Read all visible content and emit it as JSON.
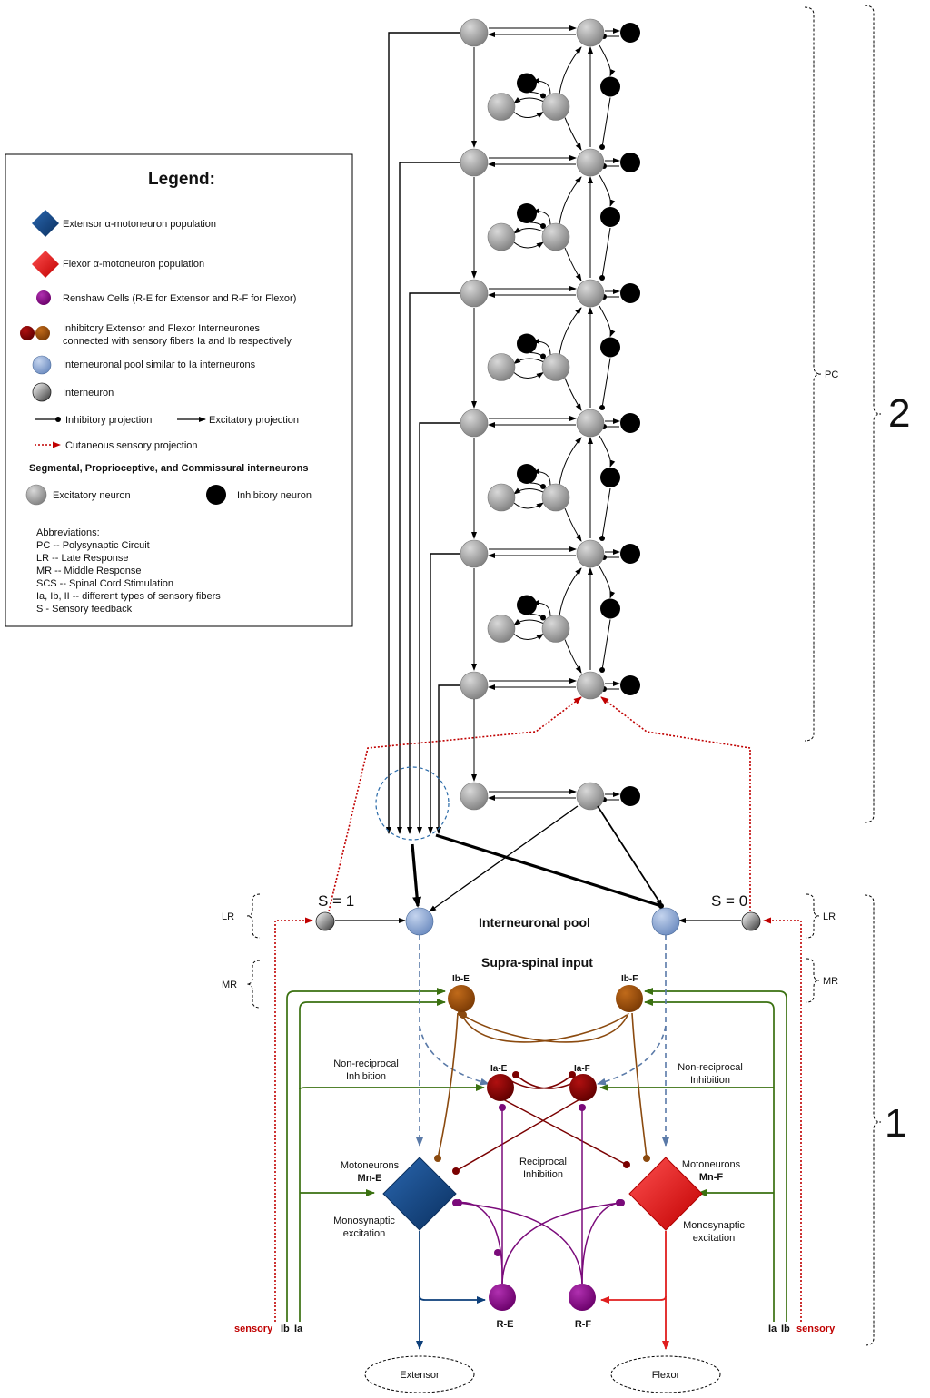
{
  "legend": {
    "title": "Legend:",
    "extensor_mn": "Extensor α-motoneuron population",
    "flexor_mn": "Flexor α-motoneuron population",
    "renshaw": "Renshaw Cells (R-E for Extensor and R-F for Flexor)",
    "inhib_inter_1": "Inhibitory Extensor and Flexor Interneurones",
    "inhib_inter_2": "connected with sensory fibers Ia and Ib respectively",
    "pool": "Interneuronal pool similar to Ia interneurons",
    "interneuron": "Interneuron",
    "inhib_proj": "Inhibitory projection",
    "excit_proj": "Excitatory projection",
    "cutaneous": "Cutaneous sensory projection",
    "segmental": "Segmental, Proprioceptive, and Commissural interneurons",
    "excit_neuron": "Excitatory neuron",
    "inhib_neuron": "Inhibitory neuron",
    "abbr_title": "Abbreviations:",
    "abbr": [
      "PC -- Polysynaptic Circuit",
      "LR -- Late Response",
      "MR -- Middle Response",
      "SCS -- Spinal Cord Stimulation",
      "Ia, Ib, II -- different types of sensory fibers",
      "S - Sensory feedback"
    ]
  },
  "brackets": {
    "pc": "PC",
    "two": "2",
    "one": "1",
    "lr_left": "LR",
    "lr_right": "LR",
    "mr_left": "MR",
    "mr_right": "MR"
  },
  "labels": {
    "s1": "S = 1",
    "s0": "S = 0",
    "pool": "Interneuronal pool",
    "supraspinal": "Supra-spinal input",
    "ib_e": "Ib-E",
    "ib_f": "Ib-F",
    "ia_e": "Ia-E",
    "ia_f": "Ia-F",
    "nonrecip_l1": "Non-reciprocal",
    "nonrecip_l2": "Inhibition",
    "nonrecip_r1": "Non-reciprocal",
    "nonrecip_r2": "Inhibition",
    "mn_l1": "Motoneurons",
    "mn_e": "Mn-E",
    "mn_r1": "Motoneurons",
    "mn_f": "Mn-F",
    "recip1": "Reciprocal",
    "recip2": "Inhibition",
    "mono_l1": "Monosynaptic",
    "mono_l2": "excitation",
    "mono_r1": "Monosynaptic",
    "mono_r2": "excitation",
    "re": "R-E",
    "rf": "R-F",
    "sensory_l": "sensory",
    "ib_l": "Ib",
    "ia_l": "Ia",
    "ia_r": "Ia",
    "ib_r": "Ib",
    "sensory_r": "sensory",
    "extensor": "Extensor",
    "flexor": "Flexor"
  },
  "colors": {
    "extensor": "#0d3f7a",
    "flexor": "#e01e1e",
    "renshaw": "#7a0a7a",
    "ia": "#7a0000",
    "ib": "#8b4a0f",
    "pool": "#7f9cc8",
    "sensory": "#c00000",
    "fiber": "#3a7010",
    "excit": "#909090",
    "inhib": "#000000"
  }
}
